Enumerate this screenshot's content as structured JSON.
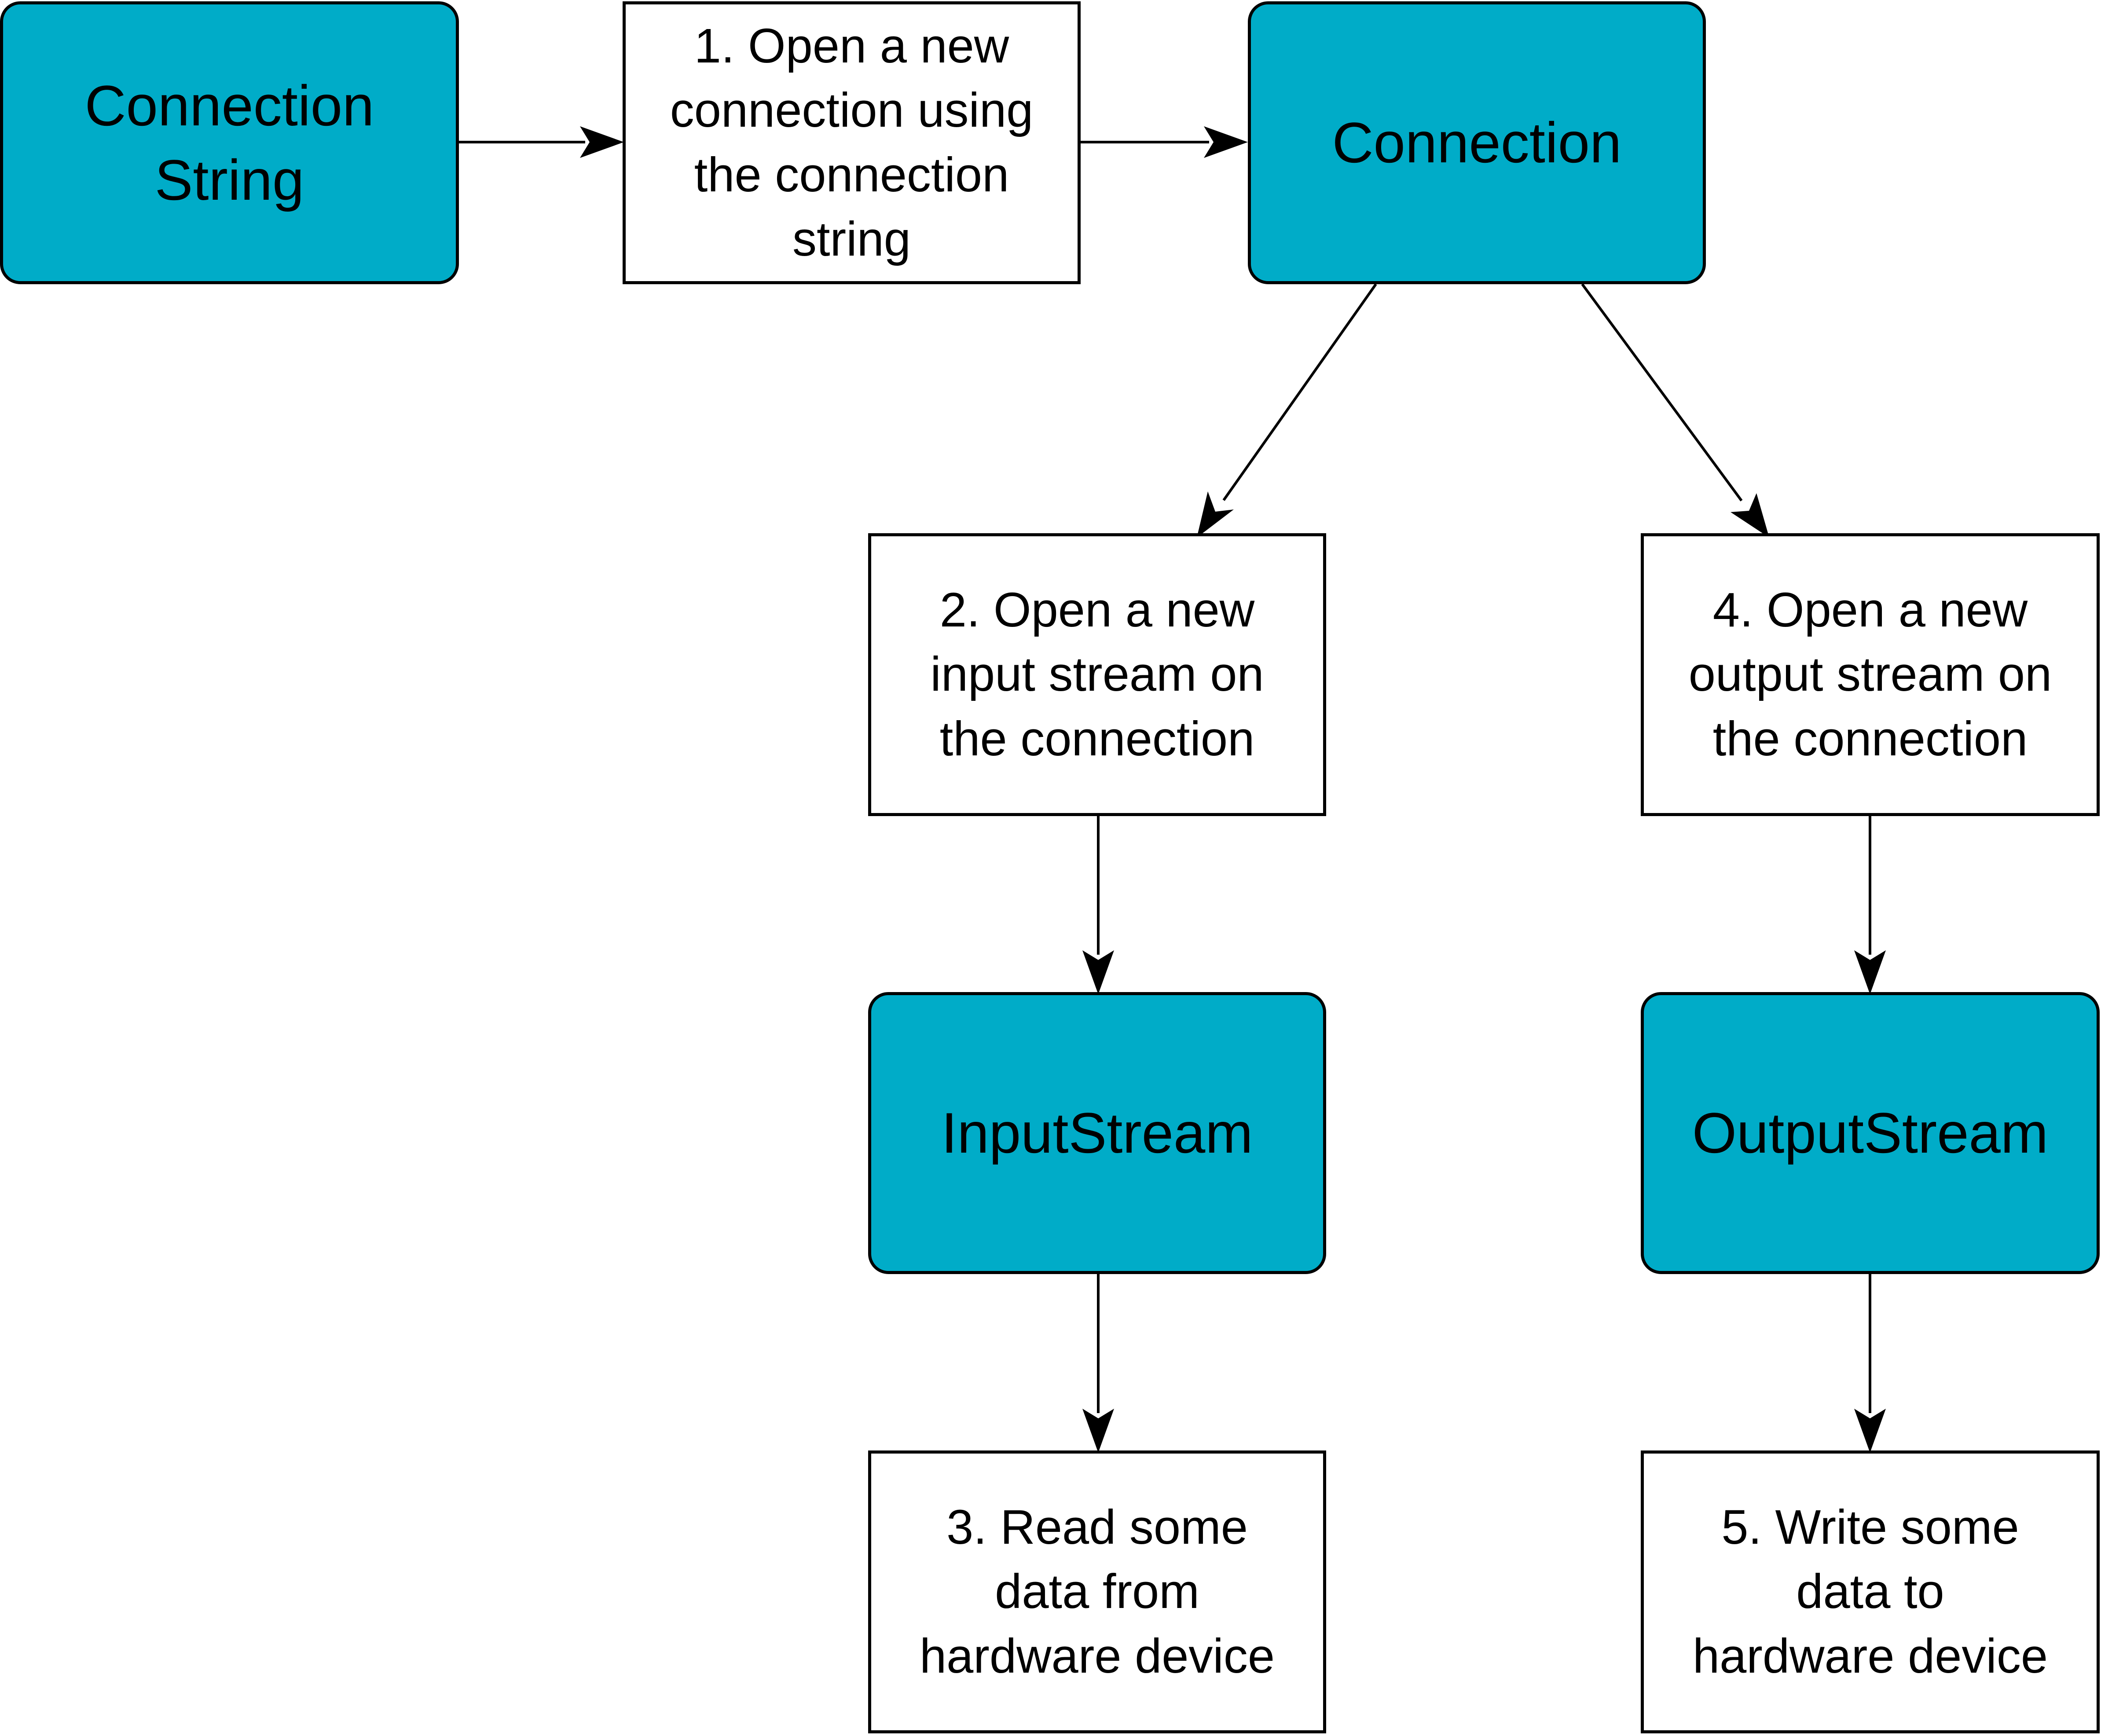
{
  "colors": {
    "object_fill": "#00acc8",
    "step_fill": "#ffffff",
    "stroke": "#000000"
  },
  "nodes": {
    "connection_string": "Connection\nString",
    "step1": "1. Open a new\nconnection using\nthe connection\nstring",
    "connection": "Connection",
    "step2": "2. Open a new\ninput stream on\nthe connection",
    "step4": "4. Open a new\noutput stream on\nthe connection",
    "input_stream": "InputStream",
    "output_stream": "OutputStream",
    "step3": "3. Read some\ndata from\nhardware device",
    "step5": "5. Write some\ndata to\nhardware device"
  }
}
